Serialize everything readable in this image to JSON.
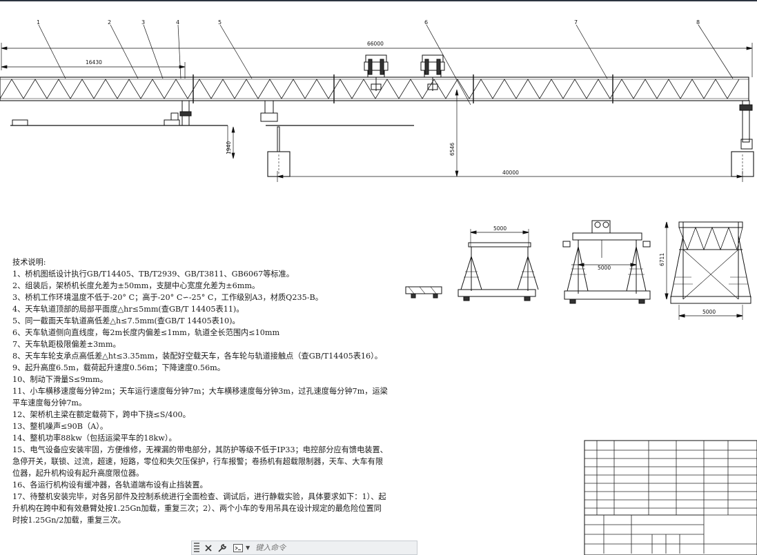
{
  "drawing": {
    "part_callouts": [
      "1",
      "2",
      "3",
      "4",
      "5",
      "6",
      "7",
      "8"
    ],
    "dims": {
      "total_length": "66000",
      "front_span": "16430",
      "pier_height": "1940",
      "lift_height": "6546",
      "rail_span": "40000",
      "front_view_width": "5000",
      "side_view_width": "5000",
      "section_width": "5000",
      "section_height": "6711"
    }
  },
  "notes": {
    "heading": "技术说明:",
    "items": [
      "1、桥机图纸设计执行GB/T14405、TB/T2939、GB/T3811、GB6067等标准。",
      "2、组装后，架桥机长度允差为±50mm，支腿中心宽度允差为±6mm。",
      "3、桥机工作环境温度不低于-20° C；高于-20° C∽-25° C，工作级别A3，材质Q235-B。",
      "4、天车轨道顶部的局部平面度△hr≤5mm(查GB/T 14405表11)。",
      "5、同一截面天车轨道高低差△h≤7.5mm(查GB/T 14405表10)。",
      "6、天车轨道侧向直线度，每2m长度内偏差≤1mm，轨道全长范围内≤10mm",
      "7、天车轨距极限偏差±3mm。",
      "8、天车车轮支承点高低差△ht≤3.35mm，装配好空载天车，各车轮与轨道接触点（查GB/T14405表16）。",
      "9、起升高度6.5m，载荷起升速度0.56m；下降速度0.56m。",
      "10、制动下滑量S≤9mm。",
      "11、小车横移速度每分钟2m；天车运行速度每分钟7m；大车横移速度每分钟3m，过孔速度每分钟7m，运梁平车速度每分钟7m。",
      "12、架桥机主梁在额定载荷下，跨中下挠≤S/400。",
      "13、整机噪声≤90B（A）。",
      "14、整机功率88kw（包括运梁平车的18kw）。",
      "15、电气设备应安装牢固，方便维修，无裸漏的带电部分，其防护等级不低于IP33；电控部分应有馈电装置、急停开关，联锁、过流，超速，短路，零位和失欠压保护，行车报警；卷扬机有超载限制器，天车、大车有限位器，起升机构设有起升高度限位器。",
      "16、各运行机构设有缓冲器，各轨道端布设有止挡装置。",
      "17、待整机安装完毕，对各另部件及控制系统进行全面检查、调试后，进行静载实验，具体要求如下：1）、起升机构在跨中和有效悬臂处按1.25Gn加载，重复三次；2）、两个小车的专用吊具在设计规定的最危险位置同时按1.25Gn/2加载，重复三次。"
    ]
  },
  "command_line": {
    "close_icon": "close-icon",
    "settings_icon": "wrench-icon",
    "prompt_icon": "command-prompt-icon",
    "placeholder": "键入命令"
  }
}
